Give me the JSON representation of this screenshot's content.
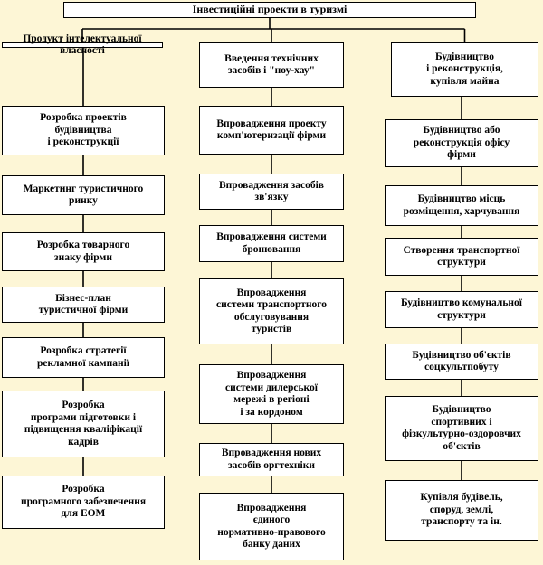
{
  "title": "Інвестиційні проекти в туризмі",
  "columns": [
    {
      "header": "Продукт інтелектуальної\nвласності",
      "items": [
        "Розробка проектів\nбудівництва\nі реконструкції",
        "Маркетинг туристичного\nринку",
        "Розробка товарного\nзнаку фірми",
        "Бізнес-план\nтуристичної фірми",
        "Розробка стратегії\nрекламної кампанії",
        "Розробка\nпрограми підготовки і\nпідвищення кваліфікації\nкадрів",
        "Розробка\nпрограмного забезпечення\nдля ЕОМ"
      ]
    },
    {
      "header": "Введення технічних\nзасобів і \"ноу-хау\"",
      "items": [
        "Впровадження проекту\nкомп'ютеризації фірми",
        "Впровадження засобів\nзв'язку",
        "Впровадження системи\nбронювання",
        "Впровадження\nсистеми транспортного\nобслуговування\nтуристів",
        "Впровадження\nсистеми дилерської\nмережі в регіоні\nі за кордоном",
        "Впровадження нових\nзасобів оргтехніки",
        "Впровадження\nєдиного\nнормативно-правового\nбанку даних"
      ]
    },
    {
      "header": "Будівництво\nі реконструкція,\nкупівля майна",
      "items": [
        "Будівництво або\nреконструкція офісу\nфірми",
        "Будівництво місць\nрозміщення, харчування",
        "Створення транспортної\nструктури",
        "Будівництво комунальної\nструктури",
        "Будівництво об'єктів\nсоцкультпобуту",
        "Будівництво\nспортивних і\nфізкультурно-оздоровчих\nоб'єктів",
        "Купівля будівель,\nспоруд, землі,\nтранспорту та ін."
      ]
    }
  ]
}
